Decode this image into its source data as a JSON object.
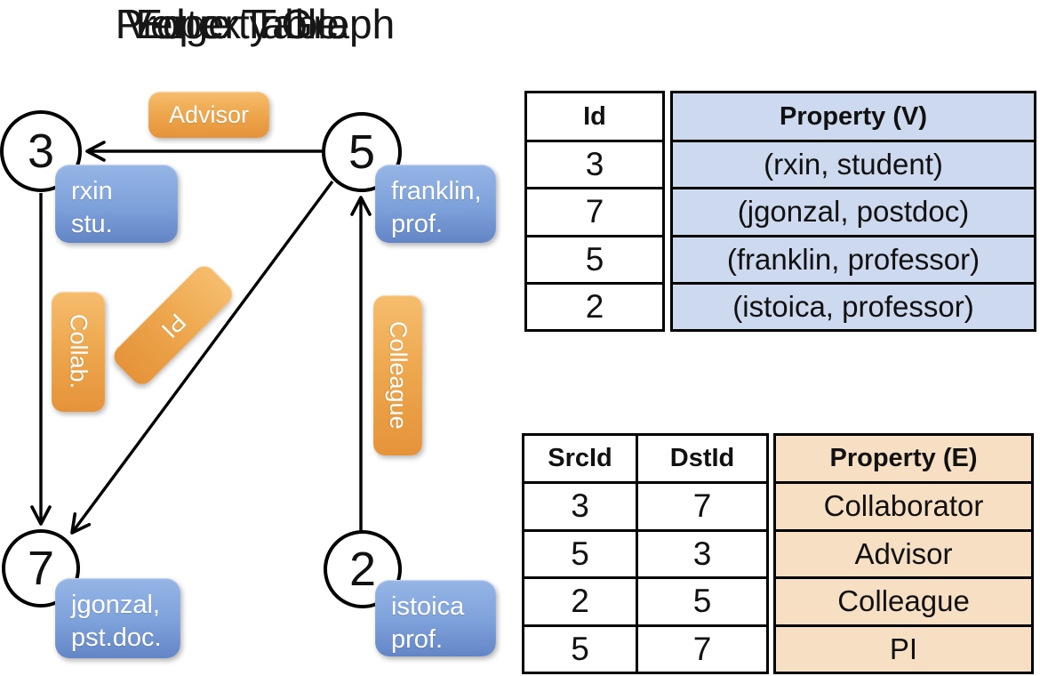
{
  "colors": {
    "node_label_blue": "#7da1da",
    "edge_label_orange": "#eda64c",
    "vertex_property_fill": "#ccd9ee",
    "edge_property_fill": "#f6dfc3",
    "line_black": "#000000"
  },
  "graph": {
    "title": "Property Graph",
    "nodes": [
      {
        "id": "3",
        "line1": "rxin",
        "line2": "stu."
      },
      {
        "id": "5",
        "line1": "franklin,",
        "line2": "prof."
      },
      {
        "id": "7",
        "line1": "jgonzal,",
        "line2": "pst.doc."
      },
      {
        "id": "2",
        "line1": "istoica",
        "line2": "prof."
      }
    ],
    "edge_labels": {
      "advisor": "Advisor",
      "collab": "Collab.",
      "pi": "PI",
      "colleague": "Colleague"
    }
  },
  "vertex_table": {
    "title": "Vertex Table",
    "headers": {
      "id": "Id",
      "property": "Property (V)"
    },
    "rows": [
      {
        "id": "3",
        "property": "(rxin, student)"
      },
      {
        "id": "7",
        "property": "(jgonzal, postdoc)"
      },
      {
        "id": "5",
        "property": "(franklin, professor)"
      },
      {
        "id": "2",
        "property": "(istoica, professor)"
      }
    ]
  },
  "edge_table": {
    "title": "Edge Table",
    "headers": {
      "src": "SrcId",
      "dst": "DstId",
      "property": "Property (E)"
    },
    "rows": [
      {
        "src": "3",
        "dst": "7",
        "property": "Collaborator"
      },
      {
        "src": "5",
        "dst": "3",
        "property": "Advisor"
      },
      {
        "src": "2",
        "dst": "5",
        "property": "Colleague"
      },
      {
        "src": "5",
        "dst": "7",
        "property": "PI"
      }
    ]
  }
}
